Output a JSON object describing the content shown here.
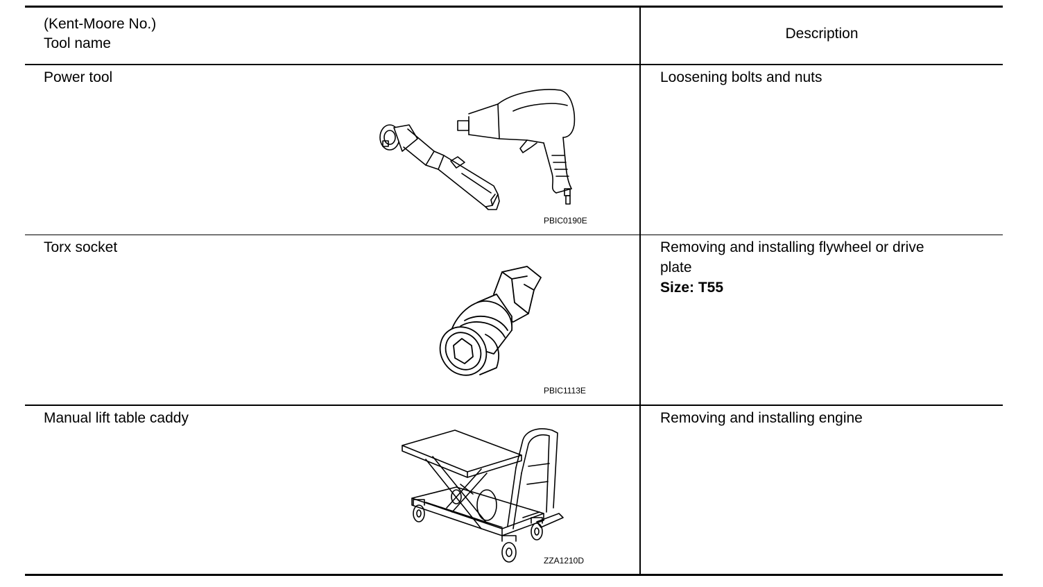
{
  "header": {
    "tool_col_line1": "(Kent-Moore No.)",
    "tool_col_line2": "Tool name",
    "description_col": "Description"
  },
  "rows": [
    {
      "tool_name": "Power tool",
      "description_lines": [
        "Loosening bolts and nuts"
      ],
      "figure_code": "PBIC0190E",
      "illustration": "ratchet-and-impact-wrench-icon"
    },
    {
      "tool_name": "Torx socket",
      "description_lines": [
        "Removing and installing flywheel or drive",
        "plate"
      ],
      "description_bold": "Size: T55",
      "figure_code": "PBIC1113E",
      "illustration": "torx-socket-icon"
    },
    {
      "tool_name": "Manual lift table caddy",
      "description_lines": [
        "Removing and installing engine"
      ],
      "figure_code": "ZZA1210D",
      "illustration": "lift-table-cart-icon"
    }
  ]
}
